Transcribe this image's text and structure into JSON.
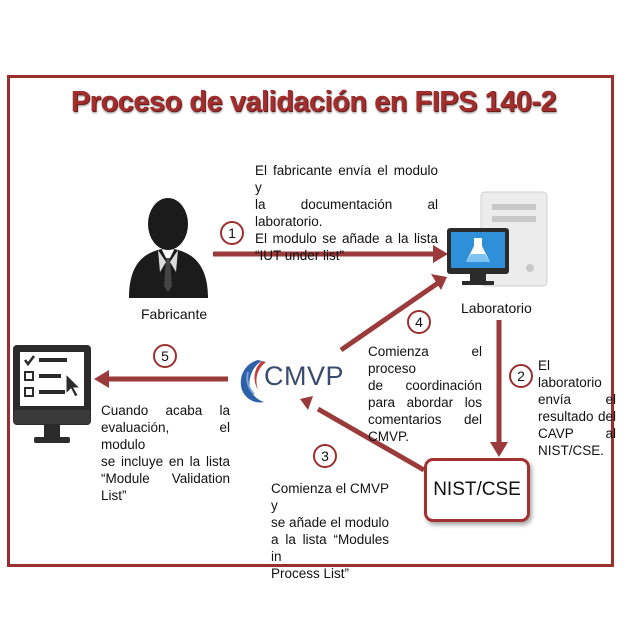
{
  "title": "Proceso de validación en FIPS 140-2",
  "nodes": {
    "fabricante": "Fabricante",
    "laboratorio": "Laboratorio",
    "cmvp": "CMVP",
    "nist": "NIST/CSE"
  },
  "steps": [
    {
      "number": "1",
      "lines": [
        "El fabricante envía el modulo y",
        "la documentación al laboratorio.",
        "El modulo se añade a la lista",
        "“IUT under list”"
      ]
    },
    {
      "number": "2",
      "lines": [
        "El laboratorio",
        "envía el",
        "resultado del",
        "CAVP al",
        "NIST/CSE."
      ]
    },
    {
      "number": "3",
      "lines": [
        "Comienza el CMVP y",
        "se añade el modulo",
        "a la lista “Modules in",
        "Process List”"
      ]
    },
    {
      "number": "4",
      "lines": [
        "Comienza el proceso",
        "de coordinación",
        "para abordar los",
        "comentarios del",
        "CMVP."
      ]
    },
    {
      "number": "5",
      "lines": [
        "Cuando acaba la",
        "evaluación, el modulo",
        "se incluye en la lista",
        "“Module Validation",
        "List”"
      ]
    }
  ],
  "colors": {
    "accent": "#9b2f2f",
    "arrow": "#9a3a3a",
    "title": "#a12d2d",
    "monitor_screen": "#2f8fd9",
    "icon_dark": "#2b2b2b"
  },
  "icons": {
    "fabricante": "businessman-icon",
    "laboratorio": "lab-computer-icon",
    "module_list": "checklist-monitor-icon",
    "cmvp": "cmvp-logo"
  }
}
